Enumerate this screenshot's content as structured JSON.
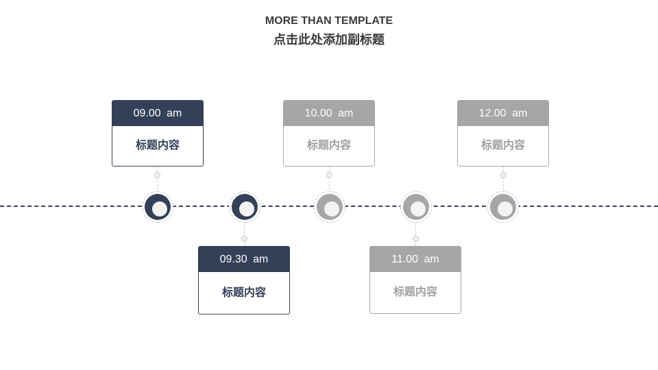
{
  "header": {
    "title": "MORE THAN TEMPLATE",
    "subtitle": "点击此处添加副标题"
  },
  "colors": {
    "active": "#344057",
    "inactive": "#a6a6a6",
    "active_text": "#344057",
    "inactive_text": "#a0a0a0"
  },
  "events": [
    {
      "time": "09.00  am",
      "label": "标题内容",
      "status": "active"
    },
    {
      "time": "09.30  am",
      "label": "标题内容",
      "status": "active"
    },
    {
      "time": "10.00  am",
      "label": "标题内容",
      "status": "inactive"
    },
    {
      "time": "11.00  am",
      "label": "标题内容",
      "status": "inactive"
    },
    {
      "time": "12.00  am",
      "label": "标题内容",
      "status": "inactive"
    }
  ]
}
